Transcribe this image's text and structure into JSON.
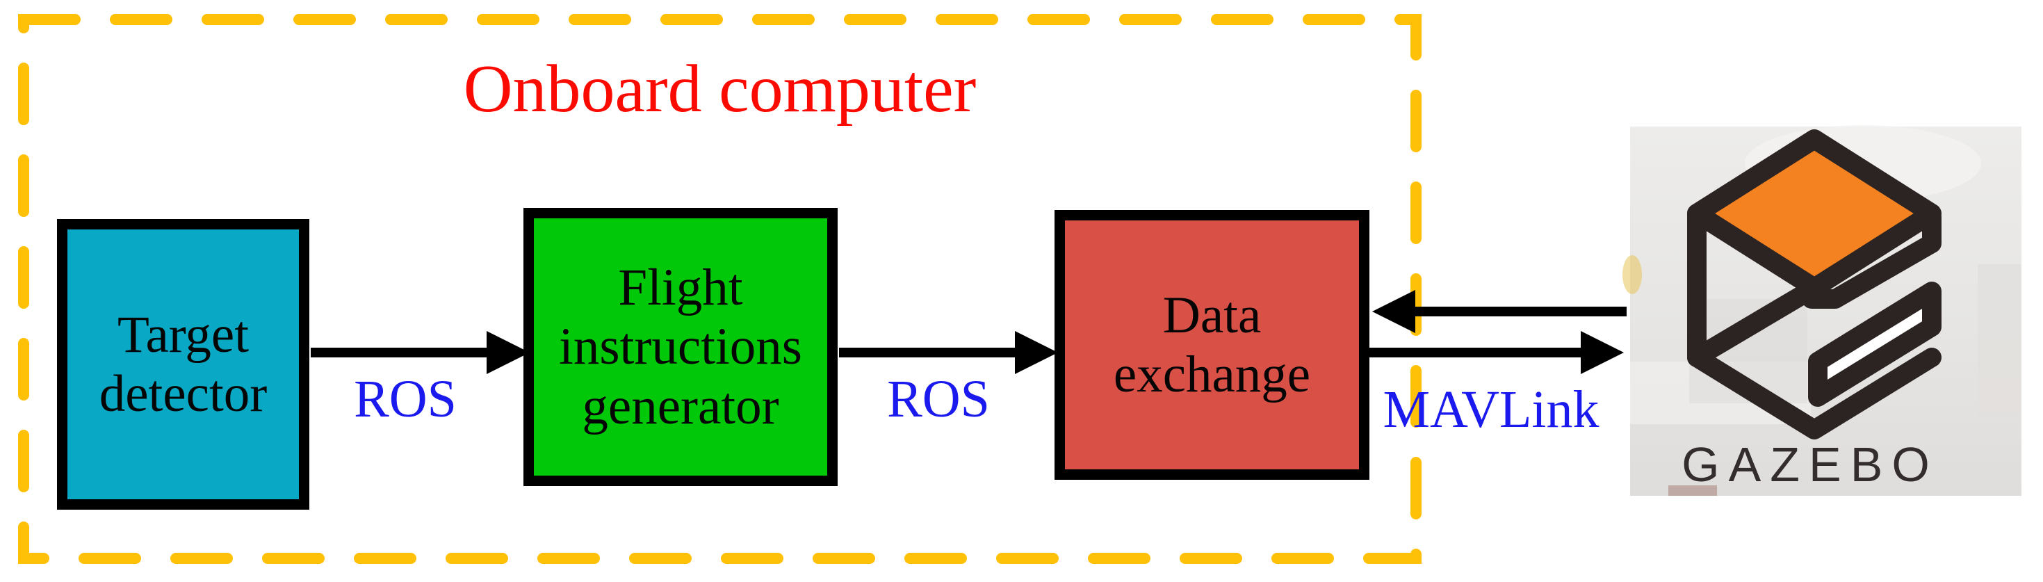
{
  "figure": {
    "region_title": "Onboard computer",
    "region_title_color": "#fb0a02",
    "region_border_color": "#ffc107"
  },
  "nodes": {
    "target_detector": {
      "label": "Target\ndetector",
      "fill_color": "#09a8c4"
    },
    "flight_instructions_generator": {
      "label": "Flight\ninstructions\ngenerator",
      "fill_color": "#02c80a"
    },
    "data_exchange": {
      "label": "Data\nexchange",
      "fill_color": "#d95047"
    }
  },
  "connections": {
    "ros_link_1": {
      "label": "ROS",
      "from": "target_detector",
      "to": "flight_instructions_generator"
    },
    "ros_link_2": {
      "label": "ROS",
      "from": "flight_instructions_generator",
      "to": "data_exchange"
    },
    "mavlink_link": {
      "label": "MAVLink",
      "between": "data_exchange and gazebo",
      "bidirectional": true
    },
    "label_color": "#1a1aee",
    "arrow_color": "#000000"
  },
  "gazebo": {
    "wordmark": "GAZEBO",
    "logo_top_face_color": "#f58220",
    "logo_outline_color": "#2b2423",
    "panel_background_color": "#e8e7e5"
  }
}
